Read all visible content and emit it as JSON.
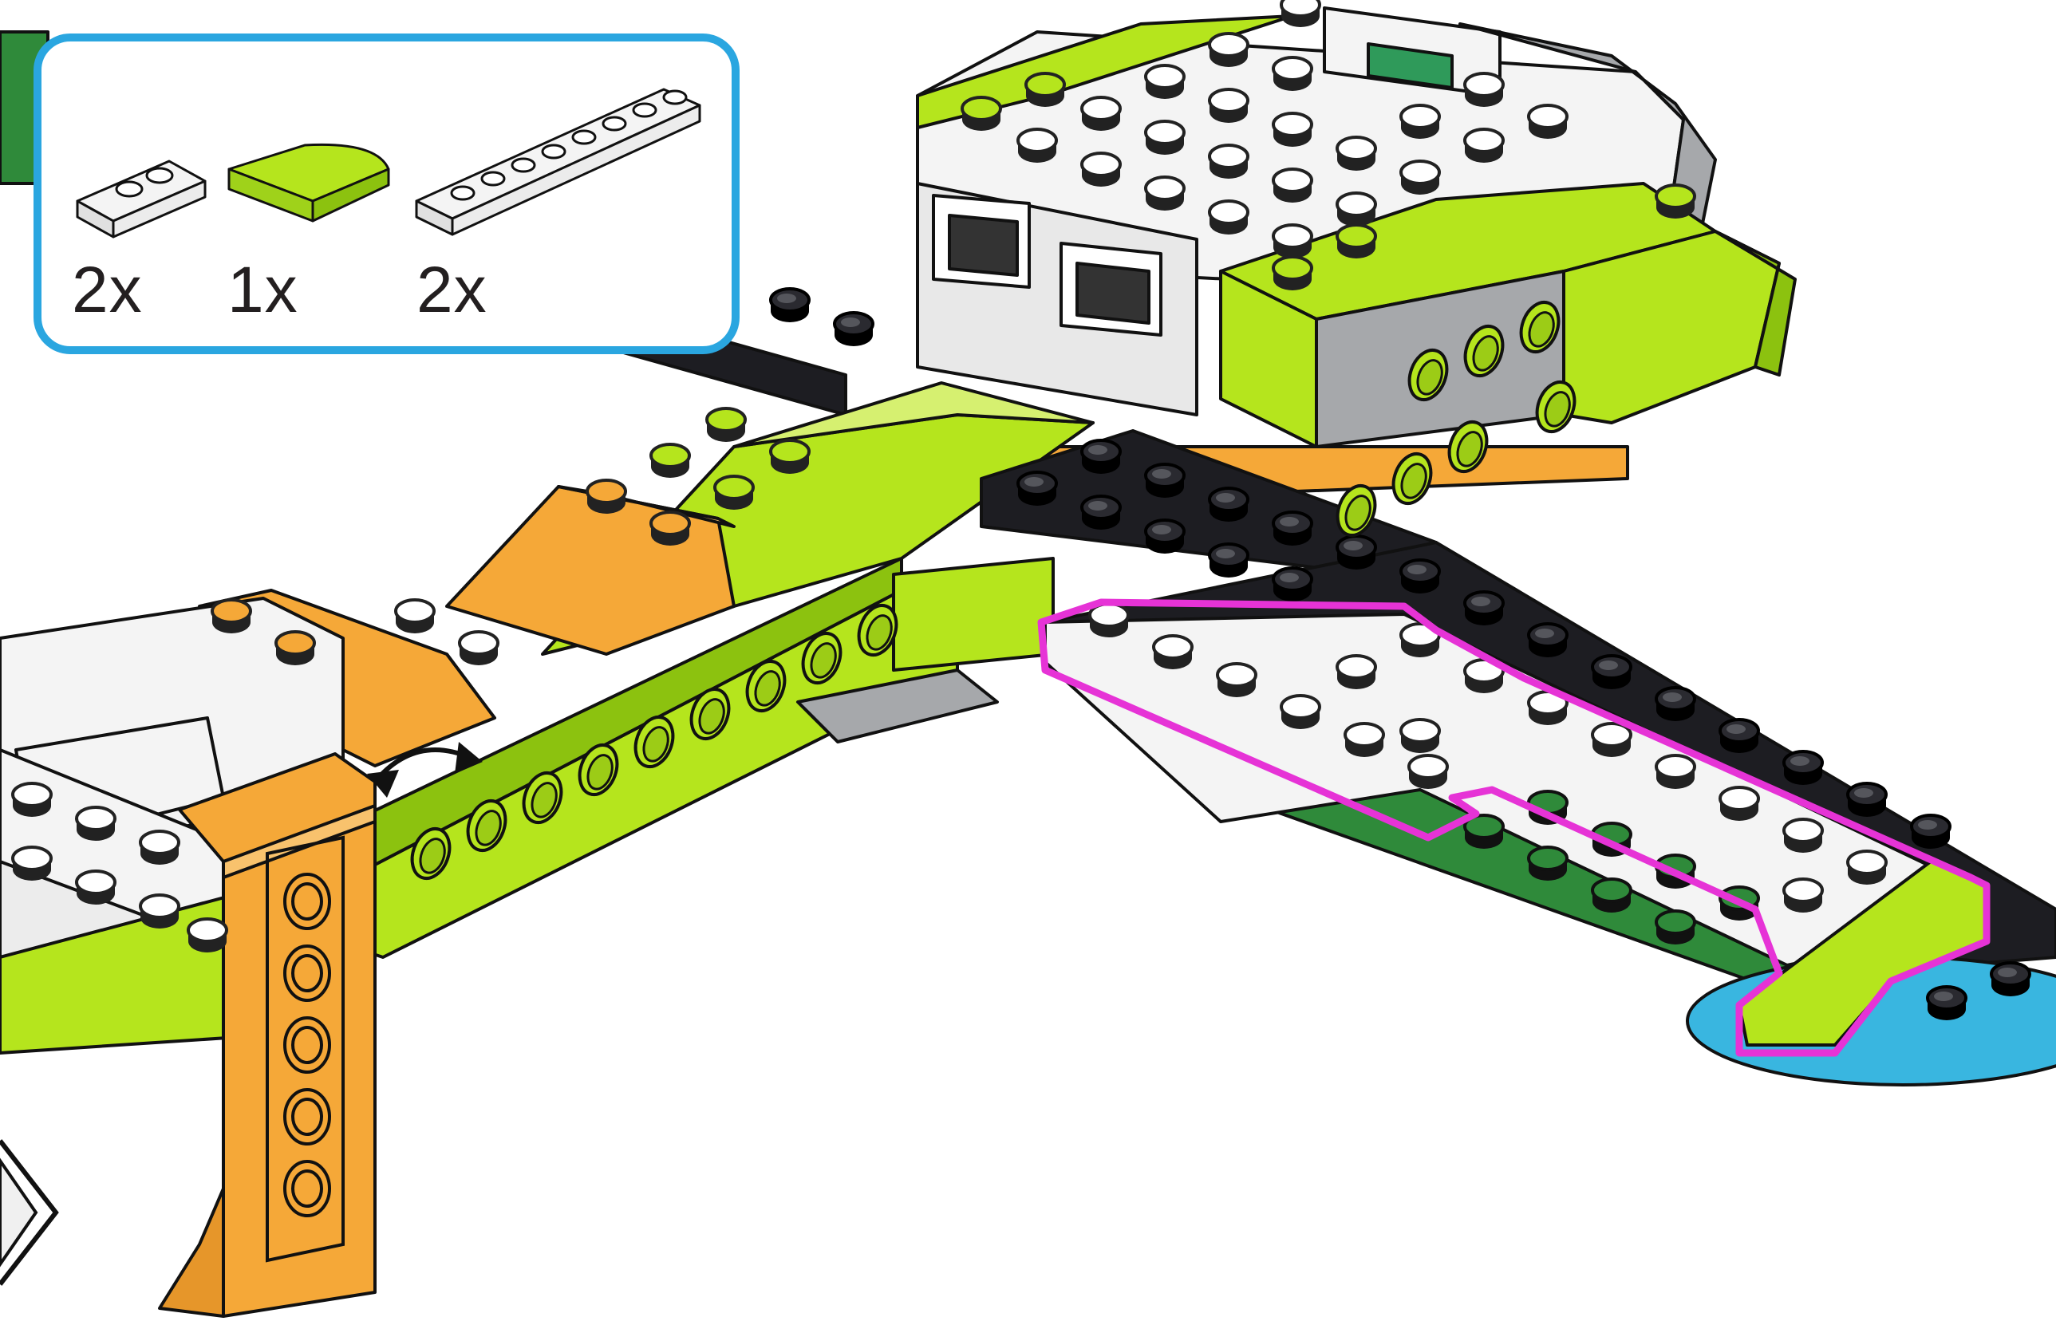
{
  "parts_list": {
    "items": [
      {
        "part": "plate-1x2-white",
        "quantity": "2x"
      },
      {
        "part": "curved-slope-lime",
        "quantity": "1x"
      },
      {
        "part": "plate-1x8-white",
        "quantity": "2x"
      }
    ]
  },
  "colors": {
    "callout_border": "#2aa6e0",
    "highlight_outline": "#e633d6",
    "lime": "#b5e51d",
    "lime_dark": "#8cc20f",
    "orange": "#f5a838",
    "white_brick": "#f4f4f4",
    "black_brick": "#1d1d22",
    "gray": "#a6a8ab",
    "dark_green": "#2f8a3a",
    "medium_azure": "#39b6e0",
    "hub_green": "#2f9a5a"
  },
  "icons": [
    "rotate-arrow-icon",
    "next-step-arrow-icon"
  ]
}
